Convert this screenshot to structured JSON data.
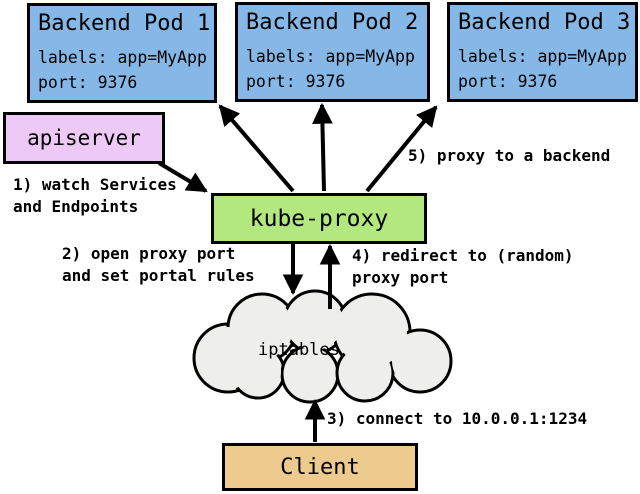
{
  "diagram": {
    "pods": [
      {
        "title": "Backend Pod 1",
        "labels": "labels: app=MyApp",
        "port": "port: 9376"
      },
      {
        "title": "Backend Pod 2",
        "labels": "labels: app=MyApp",
        "port": "port: 9376"
      },
      {
        "title": "Backend Pod 3",
        "labels": "labels: app=MyApp",
        "port": "port: 9376"
      }
    ],
    "apiserver_label": "apiserver",
    "kube_proxy_label": "kube-proxy",
    "iptables_label": "iptables",
    "client_label": "Client",
    "steps": {
      "s1": "1) watch Services\nand Endpoints",
      "s2": "2) open proxy port\nand set portal rules",
      "s3": "3) connect to 10.0.0.1:1234",
      "s4": "4) redirect to (random)\nproxy port",
      "s5": "5) proxy to a backend"
    },
    "colors": {
      "pod_fill": "#85b8e6",
      "apiserver_fill": "#edc9f5",
      "kube_proxy_fill": "#b2e87e",
      "iptables_fill": "#eeeeec",
      "client_fill": "#edca8d",
      "line": "#000000"
    }
  }
}
